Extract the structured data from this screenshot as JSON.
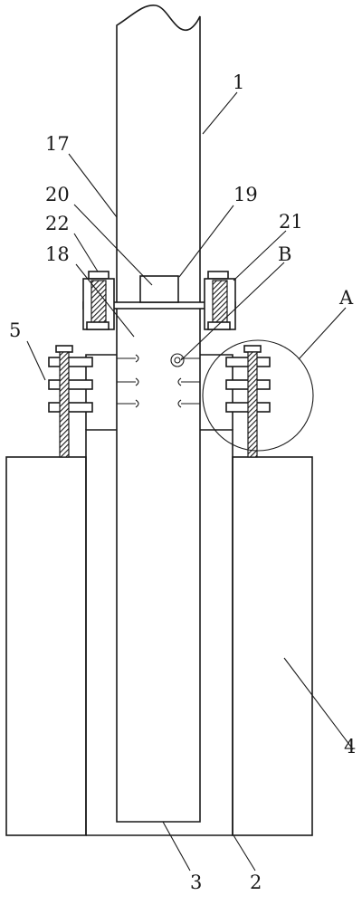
{
  "labels": {
    "n1": "1",
    "n2": "2",
    "n3": "3",
    "n4": "4",
    "n5": "5",
    "n17": "17",
    "n18": "18",
    "n19": "19",
    "n20": "20",
    "n21": "21",
    "n22": "22",
    "A": "A",
    "B": "B"
  }
}
